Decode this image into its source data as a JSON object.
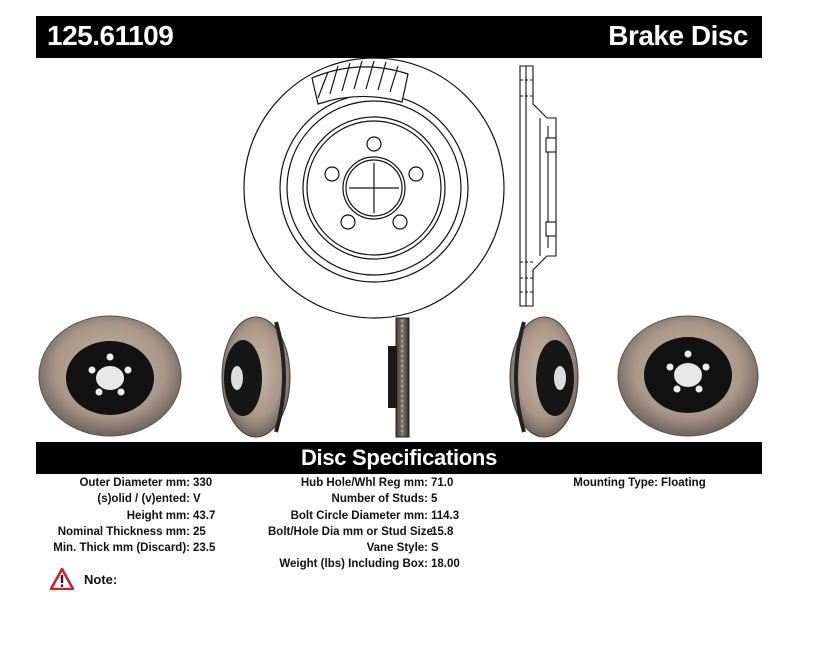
{
  "header": {
    "part_number": "125.61109",
    "product_type": "Brake Disc"
  },
  "specs_title": "Disc Specifications",
  "specs": {
    "col1": [
      {
        "label": "Outer Diameter mm:",
        "value": "330"
      },
      {
        "label": "(s)olid / (v)ented:",
        "value": "V"
      },
      {
        "label": "Height mm:",
        "value": "43.7"
      },
      {
        "label": "Nominal Thickness mm:",
        "value": "25"
      },
      {
        "label": "Min. Thick mm (Discard):",
        "value": "23.5"
      }
    ],
    "col2": [
      {
        "label": "Hub Hole/Whl Reg mm:",
        "value": "71.0"
      },
      {
        "label": "Number of Studs:",
        "value": "5"
      },
      {
        "label": "Bolt Circle Diameter mm:",
        "value": "114.3"
      },
      {
        "label": "Bolt/Hole Dia mm or Stud Size:",
        "value": "15.8"
      },
      {
        "label": "Vane Style:",
        "value": "S"
      },
      {
        "label": "Weight (lbs) Including Box:",
        "value": "18.00"
      }
    ],
    "col3": [
      {
        "label": "Mounting Type:",
        "value": "Floating"
      }
    ]
  },
  "note": {
    "label": "Note:",
    "icon": "warning-triangle-icon",
    "icon_color": "#d0202a"
  }
}
